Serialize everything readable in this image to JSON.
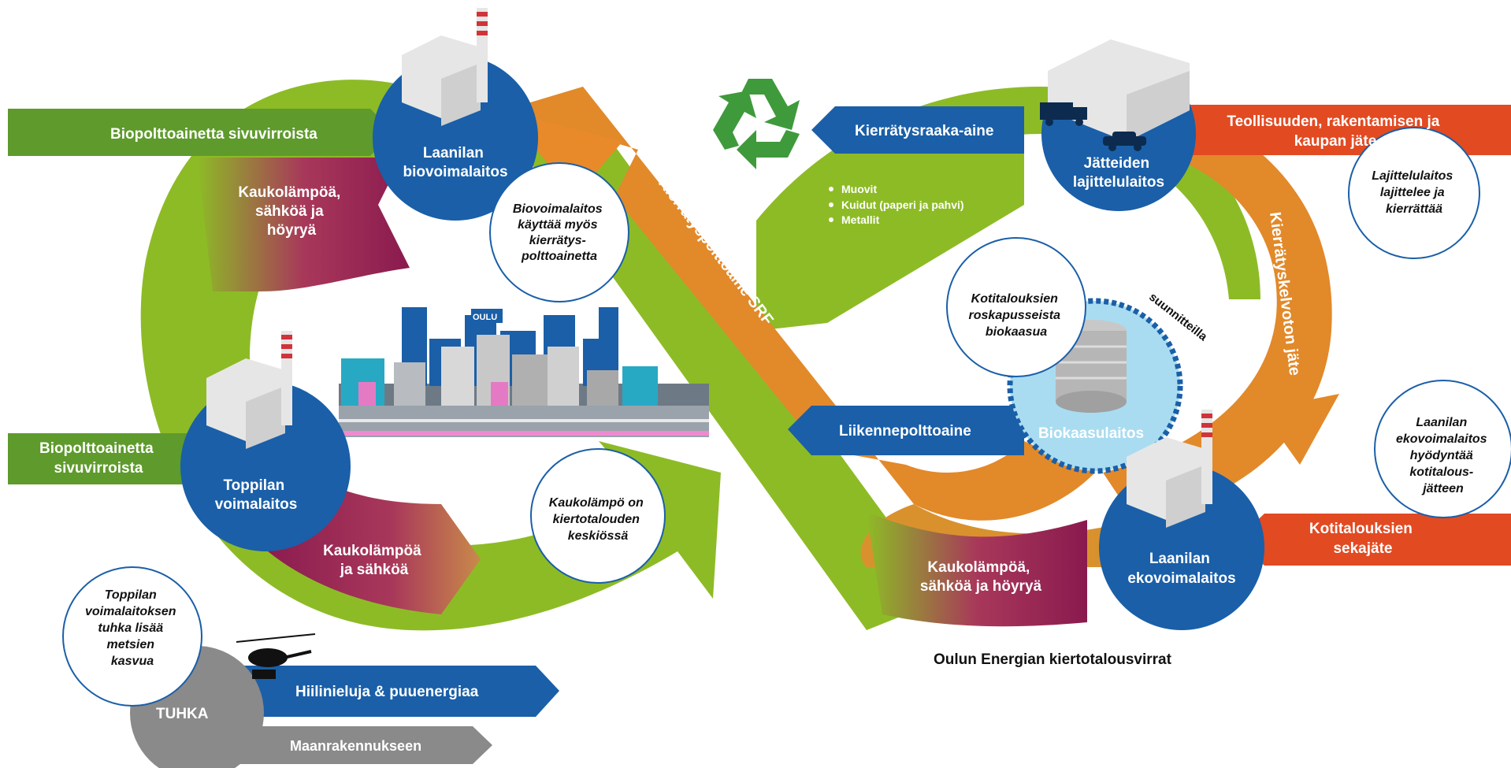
{
  "caption": "Oulun Energian kiertotalousvirrat",
  "colors": {
    "green": "#8dbb26",
    "dark_green": "#5e9a2c",
    "orange": "#e2892a",
    "red_orange": "#e24a22",
    "purple": "#8a1a4e",
    "blue": "#1a5fa8",
    "recycle_green": "#3f9a3c",
    "ash_grey": "#8a8a8a"
  },
  "plants": {
    "laanila_bio": [
      "Laanilan",
      "biovoimalaitos"
    ],
    "toppila": [
      "Toppilan",
      "voimalaitos"
    ],
    "sorting": [
      "Jätteiden",
      "lajittelulaitos"
    ],
    "laanila_eco": [
      "Laanilan",
      "ekovoimalaitos"
    ],
    "biogas": "Biokaasulaitos",
    "ash": "TUHKA"
  },
  "inputs": {
    "bio_side_top": "Biopolttoainetta sivuvirroista",
    "bio_side_left": [
      "Biopolttoainetta",
      "sivuvirroista"
    ],
    "industry_waste": [
      "Teollisuuden, rakentamisen ja",
      "kaupan jäte"
    ],
    "household_mixed": [
      "Kotitalouksien",
      "sekajäte"
    ]
  },
  "outputs": {
    "heat_power_steam_left": [
      "Kaukolämpöä,",
      "sähköä ja",
      "höyryä"
    ],
    "heat_power_left": [
      "Kaukolämpöä",
      "ja sähköä"
    ],
    "heat_power_steam_right": [
      "Kaukolämpöä,",
      "sähköä ja höyryä"
    ],
    "recycled_raw": "Kierrätysraaka-aine",
    "traffic_fuel": "Liikennepolttoaine",
    "carbon_sinks": "Hiilinieluja & puuenergiaa",
    "earthworks": "Maanrakennukseen"
  },
  "flows": {
    "srf": "Kierrätyspolttoaine SRF",
    "non_recyclable": "Kierrätyskelvoton jäte"
  },
  "materials": [
    "Muovit",
    "Kuidut (paperi ja pahvi)",
    "Metallit"
  ],
  "city_sign": "OULU",
  "planned": "suunnitteilla",
  "notes": {
    "bio_srf": [
      "Biovoimalaitos",
      "käyttää myös",
      "kierrätys-",
      "polttoainetta"
    ],
    "district_heat": [
      "Kaukolämpö on",
      "kiertotalouden",
      "keskiössä"
    ],
    "ash": [
      "Toppilan",
      "voimalaitoksen",
      "tuhka lisää",
      "metsien",
      "kasvua"
    ],
    "biogas_note": [
      "Kotitalouksien",
      "roskapusseista",
      "biokaasua"
    ],
    "sorting_note": [
      "Lajittelulaitos",
      "lajittelee ja",
      "kierrättää"
    ],
    "eco_note": [
      "Laanilan",
      "ekovoimalaitos",
      "hyödyntää",
      "kotitalous-",
      "jätteen"
    ]
  },
  "icons": [
    "recycle-icon",
    "power-plant-icon",
    "warehouse-icon",
    "truck-icon",
    "car-icon",
    "helicopter-icon",
    "biogas-tank-icon",
    "city-skyline-icon"
  ]
}
